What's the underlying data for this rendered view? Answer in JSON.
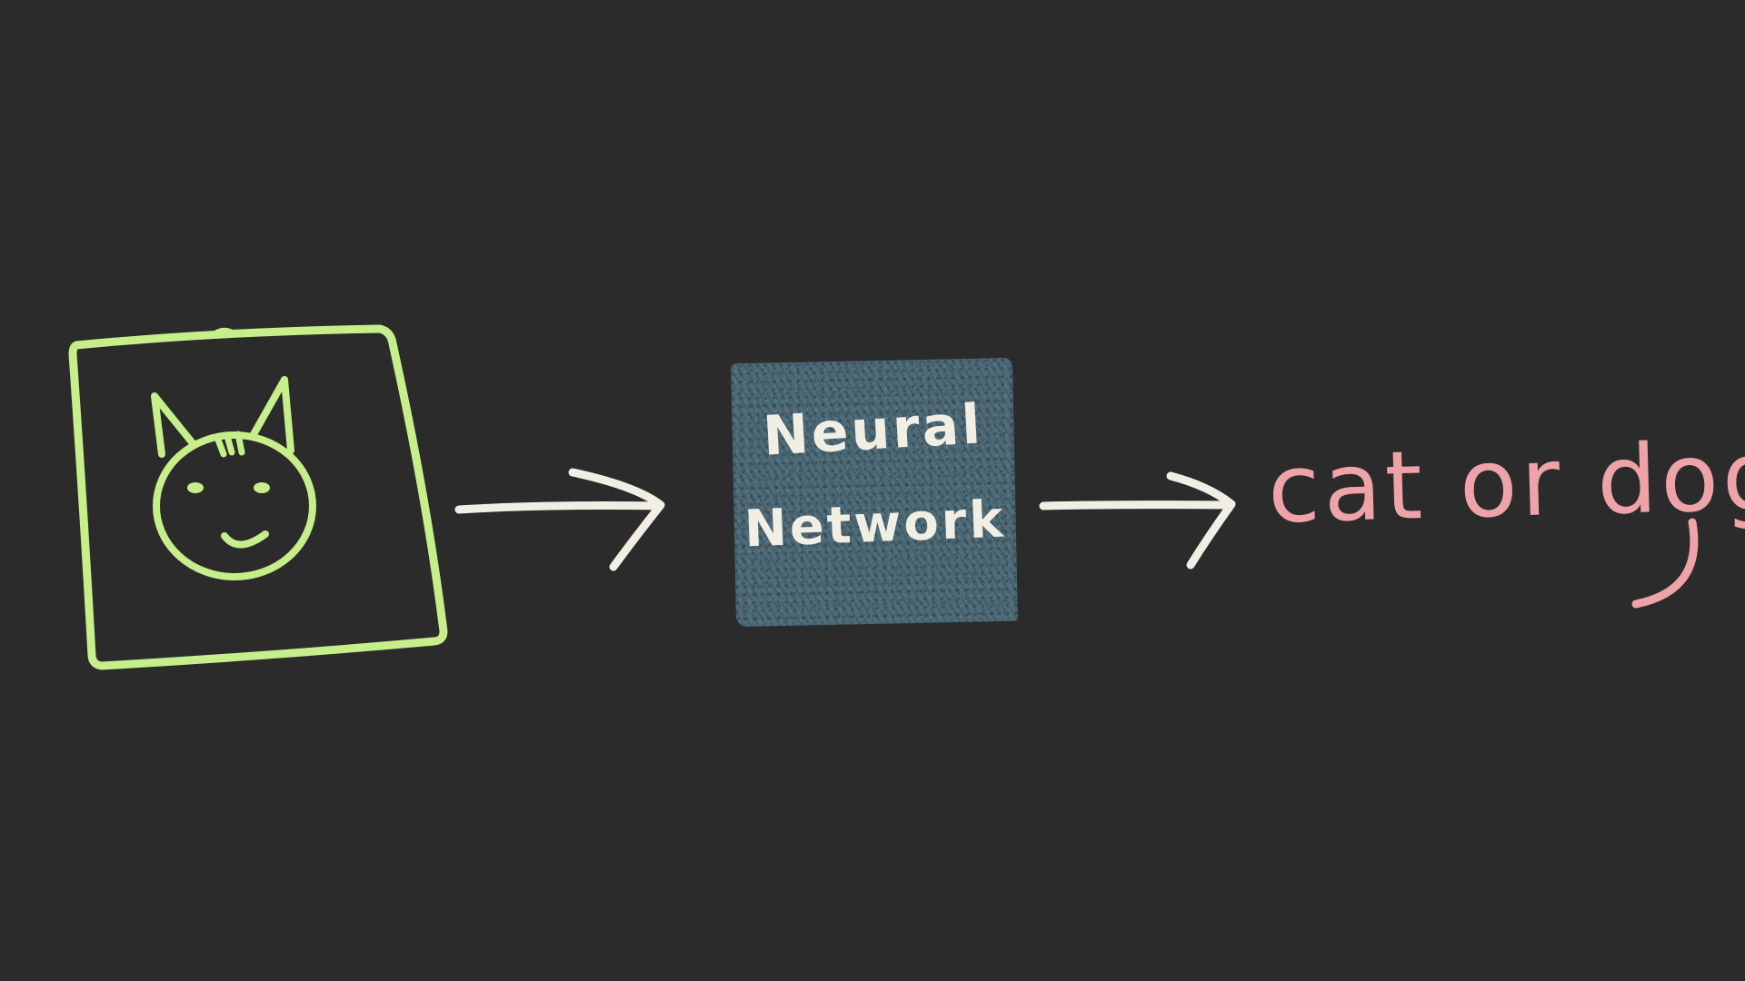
{
  "diagram": {
    "nodes": {
      "input": {
        "icon": "cat-face-icon",
        "color": "#c6ee8a"
      },
      "model": {
        "label_line1": "Neural",
        "label_line2": "Network",
        "fill_color": "#4d6a77",
        "text_color": "#f1eee4"
      },
      "output": {
        "label": "cat or dog",
        "color": "#eea3a8"
      }
    },
    "edges": [
      {
        "from": "input",
        "to": "model",
        "color": "#f1eee4"
      },
      {
        "from": "model",
        "to": "output",
        "color": "#f1eee4"
      }
    ],
    "background_color": "#2b2b2b"
  }
}
